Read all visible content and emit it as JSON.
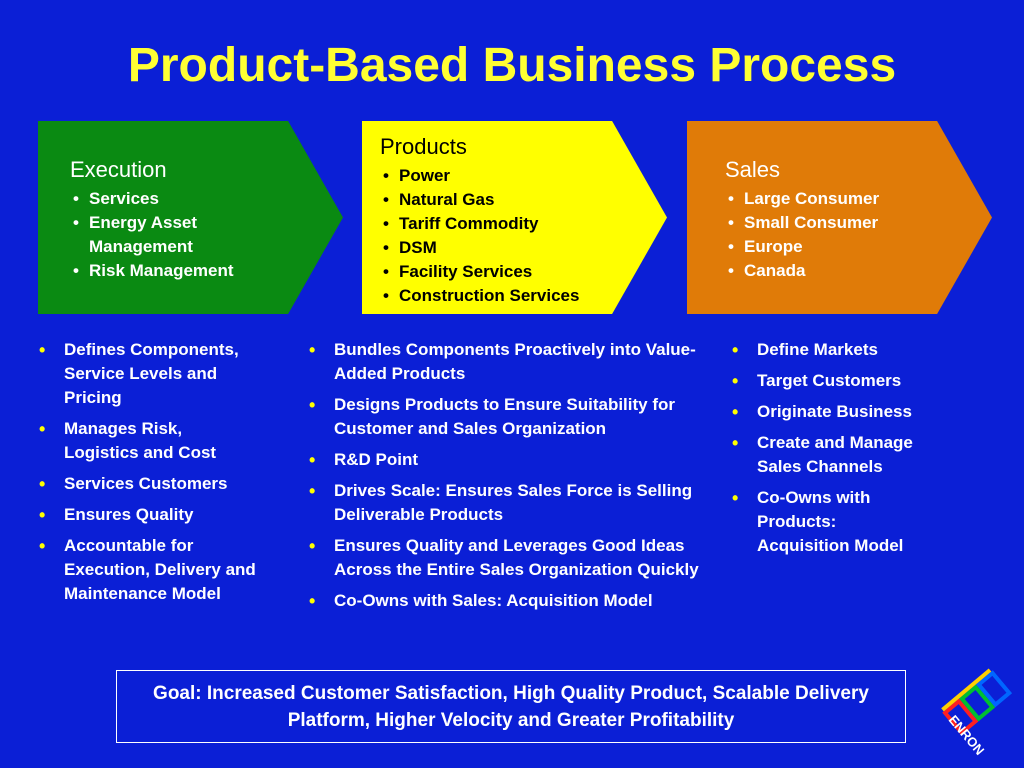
{
  "title": "Product-Based Business Process",
  "chevrons": {
    "execution": {
      "title": "Execution",
      "items": [
        "Services",
        "Energy Asset Management",
        "Risk Management"
      ],
      "color": "#0a8a12"
    },
    "products": {
      "title": "Products",
      "items": [
        "Power",
        "Natural Gas",
        "Tariff Commodity",
        "DSM",
        "Facility Services",
        "Construction Services"
      ],
      "color": "#ffff00"
    },
    "sales": {
      "title": "Sales",
      "items": [
        "Large Consumer",
        "Small Consumer",
        "Europe",
        "Canada"
      ],
      "color": "#e07b08"
    }
  },
  "columns": {
    "execution": [
      "Defines Components, Service Levels and Pricing",
      "Manages Risk, Logistics and Cost",
      "Services Customers",
      "Ensures Quality",
      "Accountable for Execution, Delivery and Maintenance Model"
    ],
    "products": [
      "Bundles Components Proactively into Value-Added Products",
      "Designs Products to Ensure Suitability for Customer and Sales Organization",
      "R&D Point",
      "Drives Scale: Ensures Sales Force is Selling Deliverable Products",
      "Ensures Quality and Leverages Good Ideas Across the Entire Sales Organization Quickly",
      "Co-Owns with Sales: Acquisition Model"
    ],
    "sales": [
      "Define Markets",
      "Target Customers",
      "Originate Business",
      "Create and Manage Sales Channels",
      "Co-Owns with Products: Acquisition Model"
    ]
  },
  "goal": "Goal: Increased Customer Satisfaction, High Quality Product, Scalable Delivery Platform, Higher Velocity and Greater Profitability",
  "logo": {
    "text": "ENRON",
    "icon": "enron-logo-icon"
  },
  "colors": {
    "background": "#0b1fd6",
    "title": "#ffff33",
    "bullet": "#ffff00"
  }
}
